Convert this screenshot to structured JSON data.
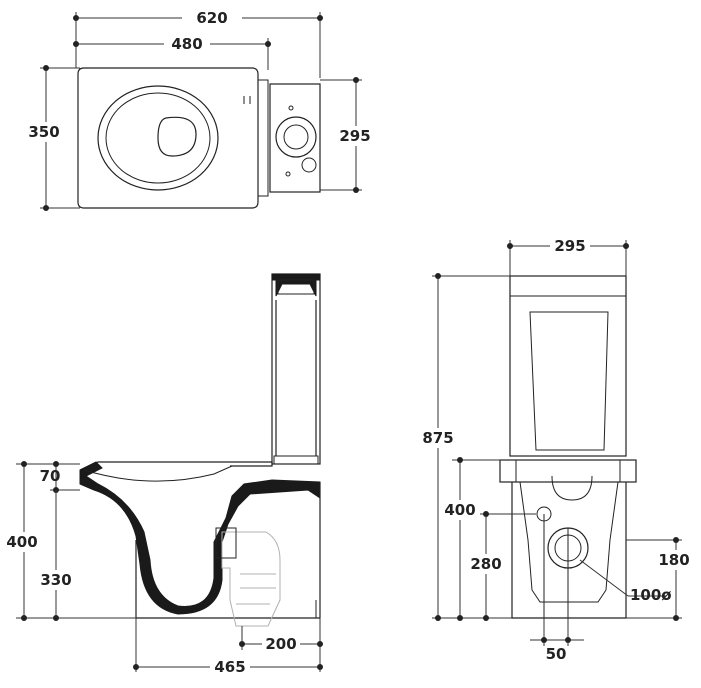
{
  "views": {
    "top": {
      "overall_width": "620",
      "bowl_length": "480",
      "bowl_width": "350",
      "cistern_width": "295"
    },
    "side": {
      "seat_thickness": "70",
      "bowl_height": "400",
      "outlet_height": "330",
      "outlet_offset": "200",
      "base_depth": "465"
    },
    "front": {
      "cistern_width": "295",
      "overall_height": "875",
      "seat_height": "400",
      "inlet_height": "280",
      "outlet_height": "180",
      "outlet_diameter": "100ø",
      "outlet_offset": "50"
    }
  },
  "colors": {
    "line": "#222222",
    "section_fill": "#1a1a1a",
    "ghost": "#b0b0b0"
  }
}
